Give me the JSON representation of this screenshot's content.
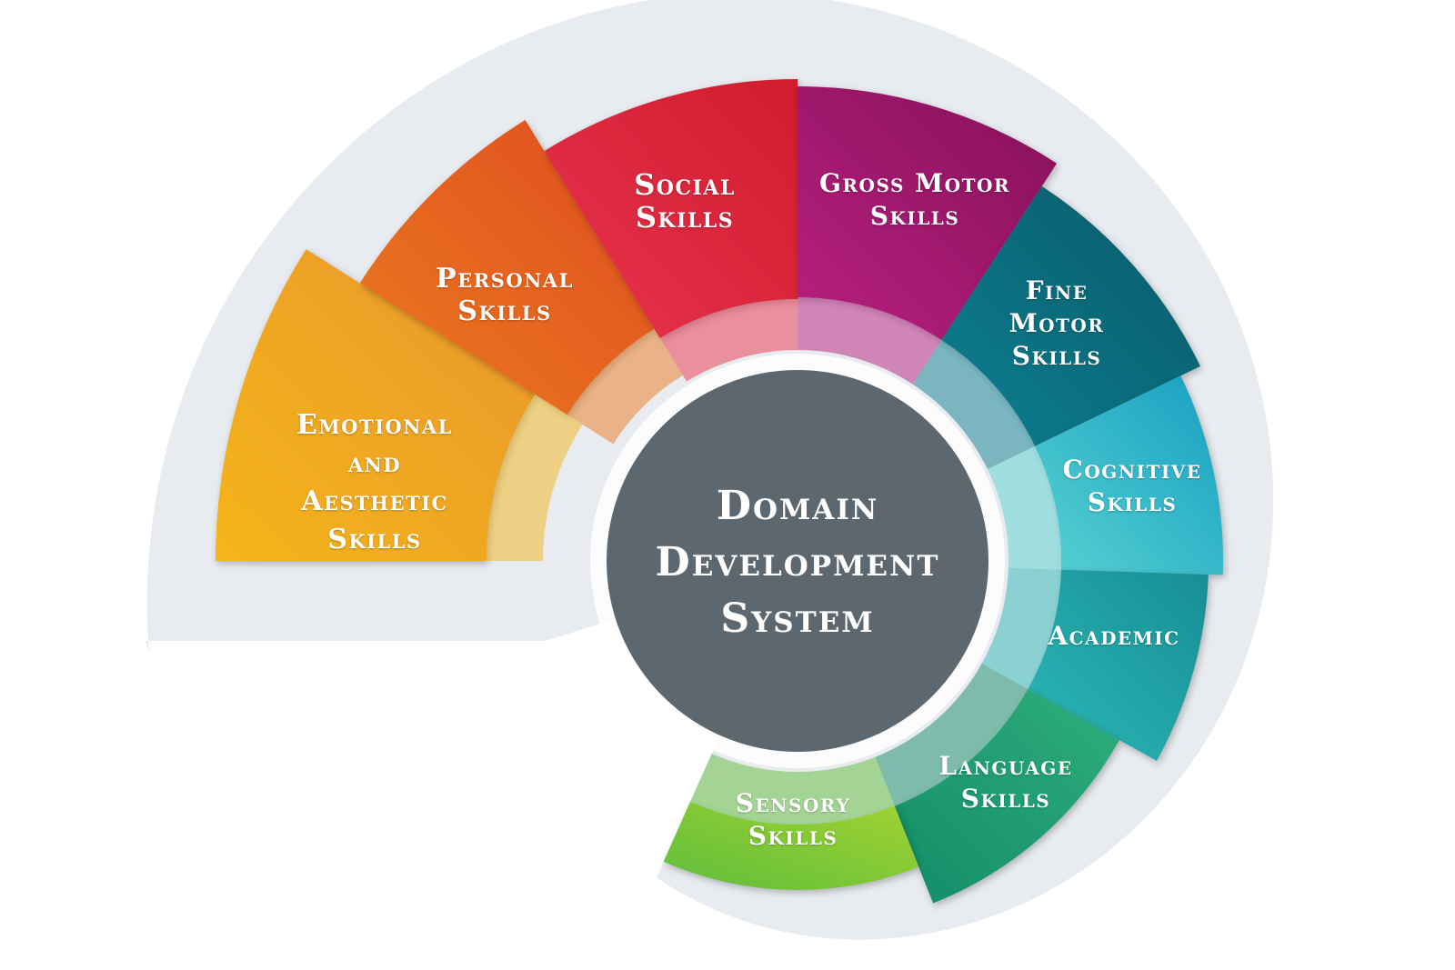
{
  "title": [
    "Domain",
    "Development",
    "System"
  ],
  "segments": [
    {
      "id": "emotional",
      "lines": [
        "Emotional",
        "and",
        "Aesthetic",
        "Skills"
      ],
      "colors": [
        "#f4b51a",
        "#e9962c"
      ]
    },
    {
      "id": "personal",
      "lines": [
        "Personal",
        "Skills"
      ],
      "colors": [
        "#ec7a20",
        "#de4c1e"
      ]
    },
    {
      "id": "social",
      "lines": [
        "Social",
        "Skills"
      ],
      "colors": [
        "#e9344d",
        "#cf1c2e"
      ]
    },
    {
      "id": "gross-motor",
      "lines": [
        "Gross Motor",
        "Skills"
      ],
      "colors": [
        "#b8207f",
        "#86105a"
      ]
    },
    {
      "id": "fine-motor",
      "lines": [
        "Fine",
        "Motor",
        "Skills"
      ],
      "colors": [
        "#0b8092",
        "#0a5866"
      ]
    },
    {
      "id": "cognitive",
      "lines": [
        "Cognitive",
        "Skills"
      ],
      "colors": [
        "#58d2d2",
        "#169fc2"
      ]
    },
    {
      "id": "academic",
      "lines": [
        "Academic"
      ],
      "colors": [
        "#2db8b6",
        "#168e95"
      ]
    },
    {
      "id": "language",
      "lines": [
        "Language",
        "Skills"
      ],
      "colors": [
        "#138c68",
        "#2eae7c"
      ]
    },
    {
      "id": "sensory",
      "lines": [
        "Sensory",
        "Skills"
      ],
      "colors": [
        "#5fbe3c",
        "#a2d231"
      ]
    }
  ],
  "colors": {
    "backdrop": "#e8ebef",
    "center": "#5c6770"
  }
}
